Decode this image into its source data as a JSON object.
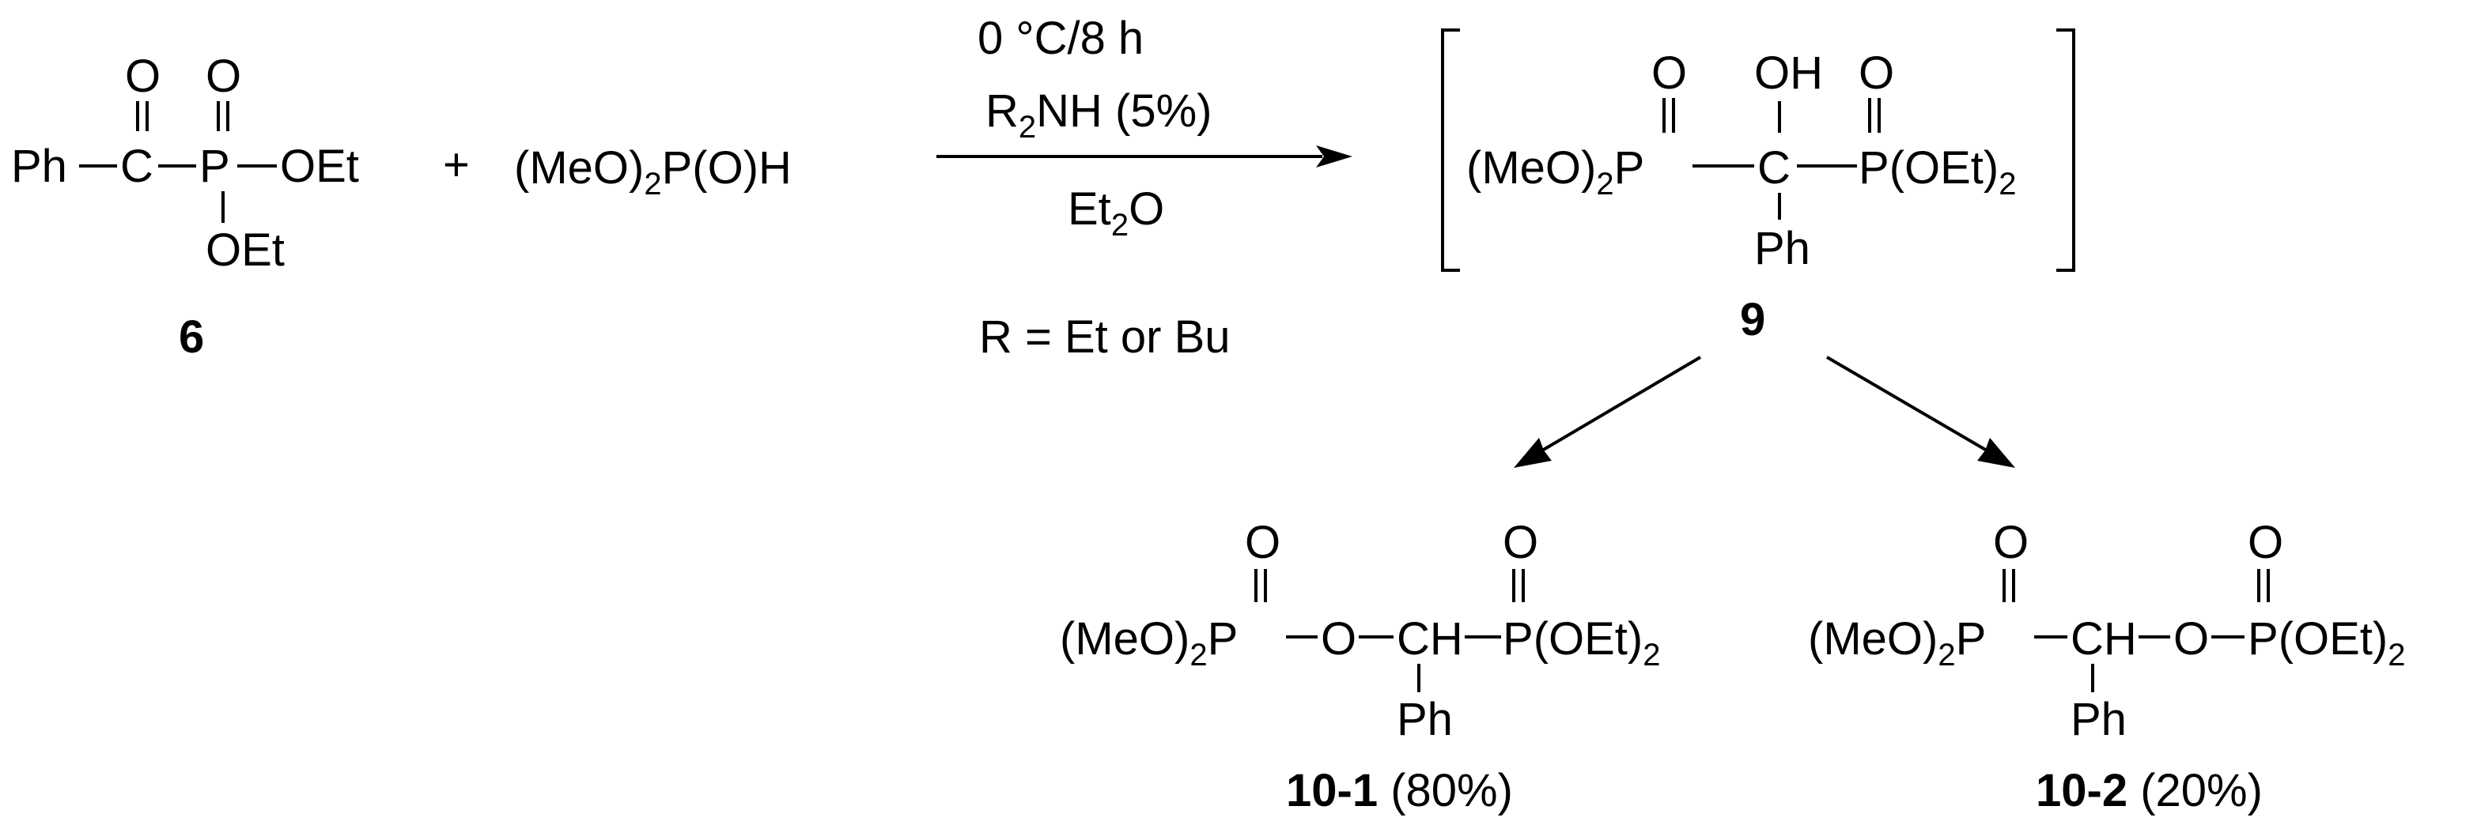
{
  "atoms": {
    "oxygen": "O",
    "hydroxyl": "OH",
    "carbon": "C",
    "ch": "CH",
    "phosphorus": "P",
    "phenyl": "Ph",
    "oet": "OEt",
    "meo_open": "(MeO)",
    "sub2": "2",
    "oet2_open": "(OEt)"
  },
  "reactants": {
    "reagent_plain": "(MeO)",
    "reagent_sub": "2",
    "reagent_rest": "P(O)H",
    "plus": "+",
    "label_6": "6"
  },
  "conditions": {
    "line1": "0 °C/8 h",
    "line2_a": "R",
    "line2_sub": "2",
    "line2_b": "NH (5%)",
    "line3_a": "Et",
    "line3_sub": "2",
    "line3_b": "O",
    "note": "R = Et or Bu"
  },
  "intermediate": {
    "label": "9"
  },
  "products": [
    {
      "label": "10-1",
      "yield": "(80%)"
    },
    {
      "label": "10-2",
      "yield": "(20%)"
    }
  ]
}
